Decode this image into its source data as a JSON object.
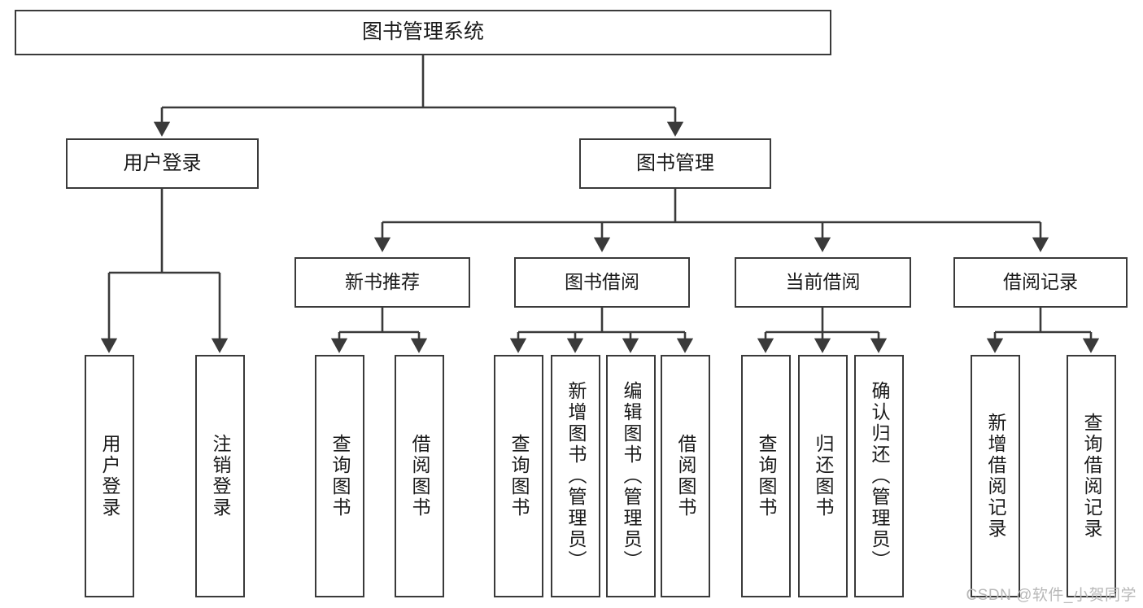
{
  "diagram": {
    "title": "图书管理系统",
    "type": "tree-hierarchy-diagram",
    "colors": {
      "box_border": "#3a3a3a",
      "box_fill": "#ffffff",
      "connector": "#3a3a3a",
      "text": "#1a1a1a",
      "watermark": "#b8b8b8",
      "background": "#ffffff"
    },
    "root": {
      "label": "图书管理系统"
    },
    "level2": [
      {
        "label": "用户登录"
      },
      {
        "label": "图书管理"
      }
    ],
    "level3": [
      {
        "label": "新书推荐"
      },
      {
        "label": "图书借阅"
      },
      {
        "label": "当前借阅"
      },
      {
        "label": "借阅记录"
      }
    ],
    "leaves": {
      "user_login": [
        {
          "label": "用户登录"
        },
        {
          "label": "注销登录"
        }
      ],
      "new_book_recommend": [
        {
          "label": "查询图书"
        },
        {
          "label": "借阅图书"
        }
      ],
      "book_borrow": [
        {
          "label": "查询图书"
        },
        {
          "label": "新增图书（管理员）"
        },
        {
          "label": "编辑图书（管理员）"
        },
        {
          "label": "借阅图书"
        }
      ],
      "current_borrow": [
        {
          "label": "查询图书"
        },
        {
          "label": "归还图书"
        },
        {
          "label": "确认归还（管理员）"
        }
      ],
      "borrow_record": [
        {
          "label": "新增借阅记录"
        },
        {
          "label": "查询借阅记录"
        }
      ]
    },
    "watermark": "CSDN @软件_小贺同学"
  }
}
